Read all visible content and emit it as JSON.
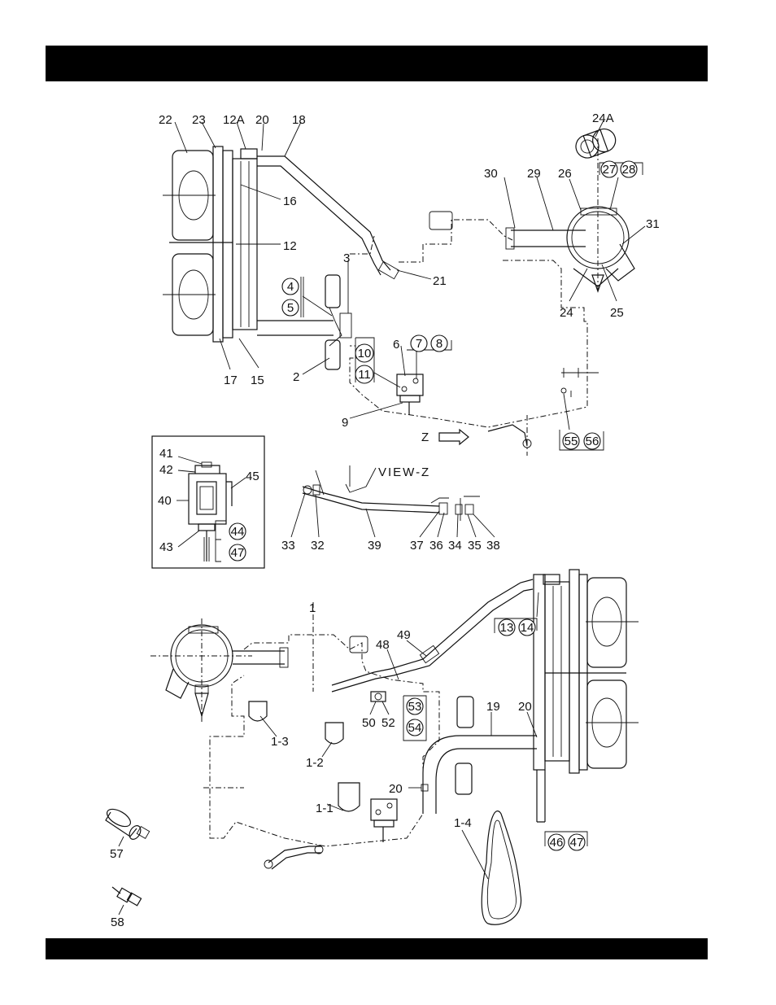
{
  "labels": {
    "p22": "22",
    "p23": "23",
    "p12A": "12A",
    "p20a": "20",
    "p18": "18",
    "p24A": "24A",
    "p16": "16",
    "p12": "12",
    "p30": "30",
    "p29": "29",
    "p26": "26",
    "p31": "31",
    "p3": "3",
    "p21": "21",
    "p4": "4",
    "p5": "5",
    "p24": "24",
    "p25": "25",
    "p6": "6",
    "p7": "7",
    "p8": "8",
    "p10": "10",
    "p11": "11",
    "p17": "17",
    "p15": "15",
    "p2": "2",
    "p9": "9",
    "p27": "27",
    "p28": "28",
    "p55": "55",
    "p56": "56",
    "z": "Z",
    "view_z": "VIEW-Z",
    "p41": "41",
    "p42": "42",
    "p45": "45",
    "p40": "40",
    "p43": "43",
    "p44": "44",
    "p47a": "47",
    "p33": "33",
    "p32": "32",
    "p39": "39",
    "p37": "37",
    "p36": "36",
    "p34": "34",
    "p35": "35",
    "p38": "38",
    "p13": "13",
    "p14": "14",
    "p1": "1",
    "p49": "49",
    "p48": "48",
    "p53": "53",
    "p54": "54",
    "p50": "50",
    "p52": "52",
    "p19": "19",
    "p20b": "20",
    "p1_3": "1-3",
    "p1_2": "1-2",
    "p20c": "20",
    "p1_1": "1-1",
    "p1_4": "1-4",
    "p46": "46",
    "p47b": "47",
    "p57": "57",
    "p58": "58"
  }
}
